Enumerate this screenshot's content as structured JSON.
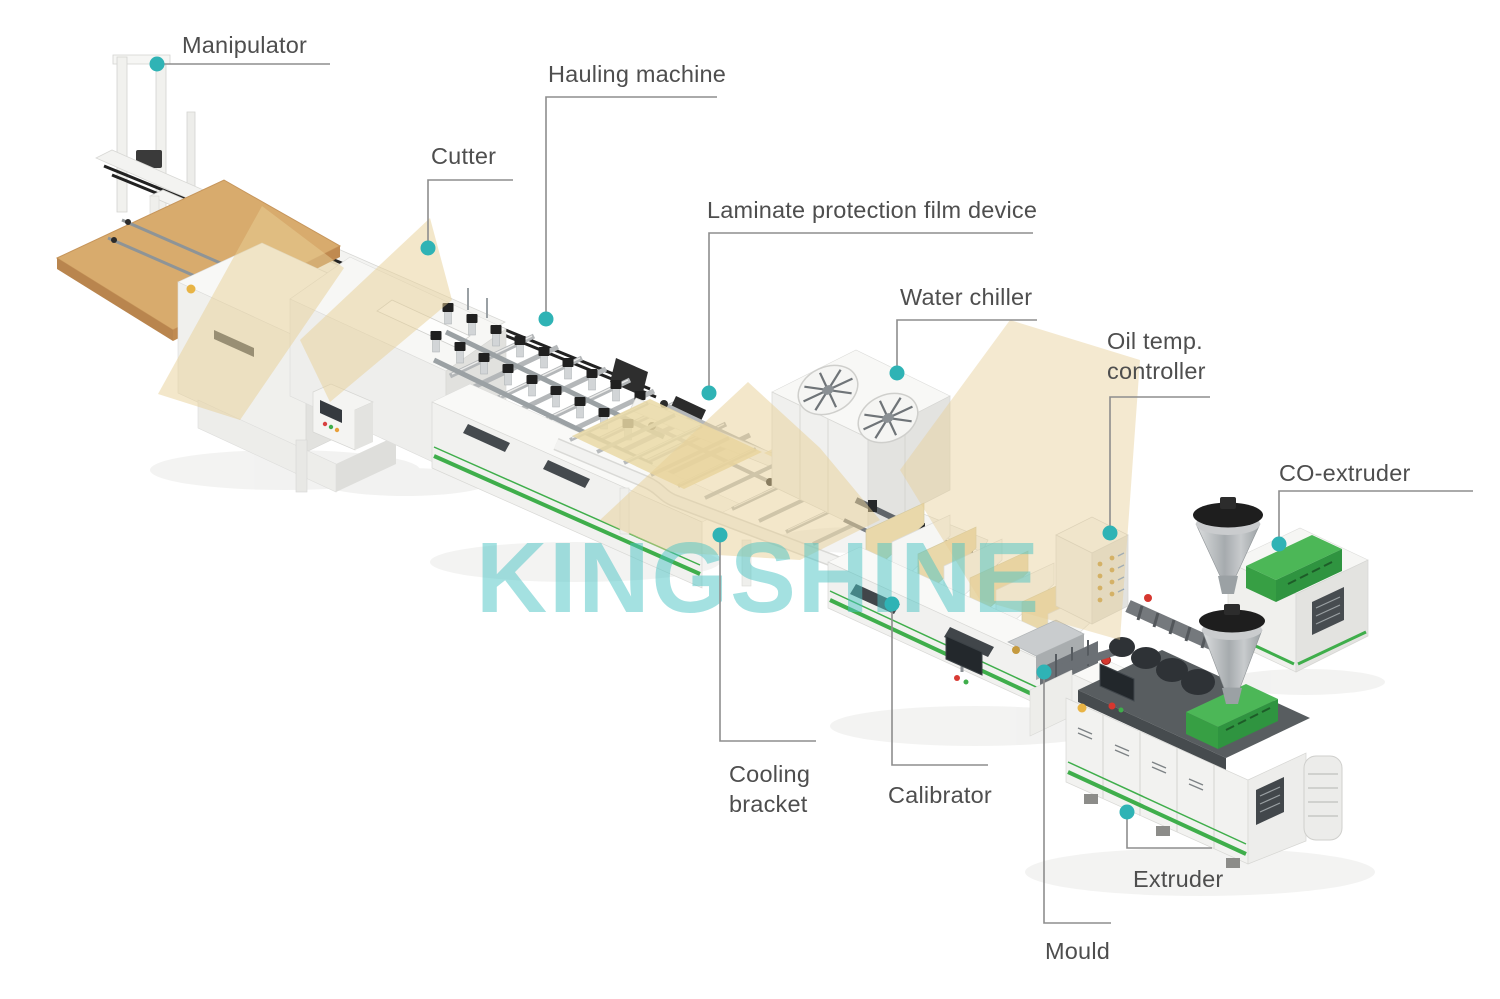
{
  "watermark": {
    "text": "KINGSHINE"
  },
  "labels": {
    "manipulator": "Manipulator",
    "hauling_machine": "Hauling machine",
    "cutter": "Cutter",
    "laminate_film_device": "Laminate protection film device",
    "water_chiller": "Water chiller",
    "oil_temp_controller": "Oil temp.\ncontroller",
    "co_extruder": "CO-extruder",
    "cooling_bracket": "Cooling\nbracket",
    "calibrator": "Calibrator",
    "extruder": "Extruder",
    "mould": "Mould"
  },
  "colors": {
    "accent_teal_dot": "#2fb3b5",
    "machine_green": "#3fae4b",
    "watermark_teal": "#4ac4c3",
    "ribbon_tan": "#e7cf96",
    "label_text": "#4e4e4e",
    "leader_line": "#8d8d8d"
  }
}
